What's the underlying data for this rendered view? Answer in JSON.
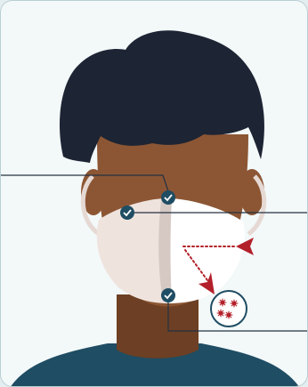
{
  "illustration": {
    "subject": "person-wearing-face-mask",
    "callouts": [
      {
        "id": "nose-top",
        "icon": "check-icon"
      },
      {
        "id": "upper-left-edge",
        "icon": "check-icon"
      },
      {
        "id": "chin-bottom",
        "icon": "check-icon"
      }
    ],
    "airflow": {
      "indicator": "arrow-icon",
      "filtered_particles_icon": "virus-icon"
    }
  },
  "colors": {
    "background": "#f3f8f9",
    "border": "#b9cfd4",
    "hair": "#1d2433",
    "skin": "#8c5634",
    "skin_shadow": "#6d3f24",
    "mask": "#efe3de",
    "mask_right": "#ffffff",
    "mask_shadow": "#d6c9c4",
    "strap": "#e6d9d4",
    "shirt": "#1f4d63",
    "check_badge": "#1f4d63",
    "leader_line": "#243242",
    "arrow": "#b3202a"
  }
}
